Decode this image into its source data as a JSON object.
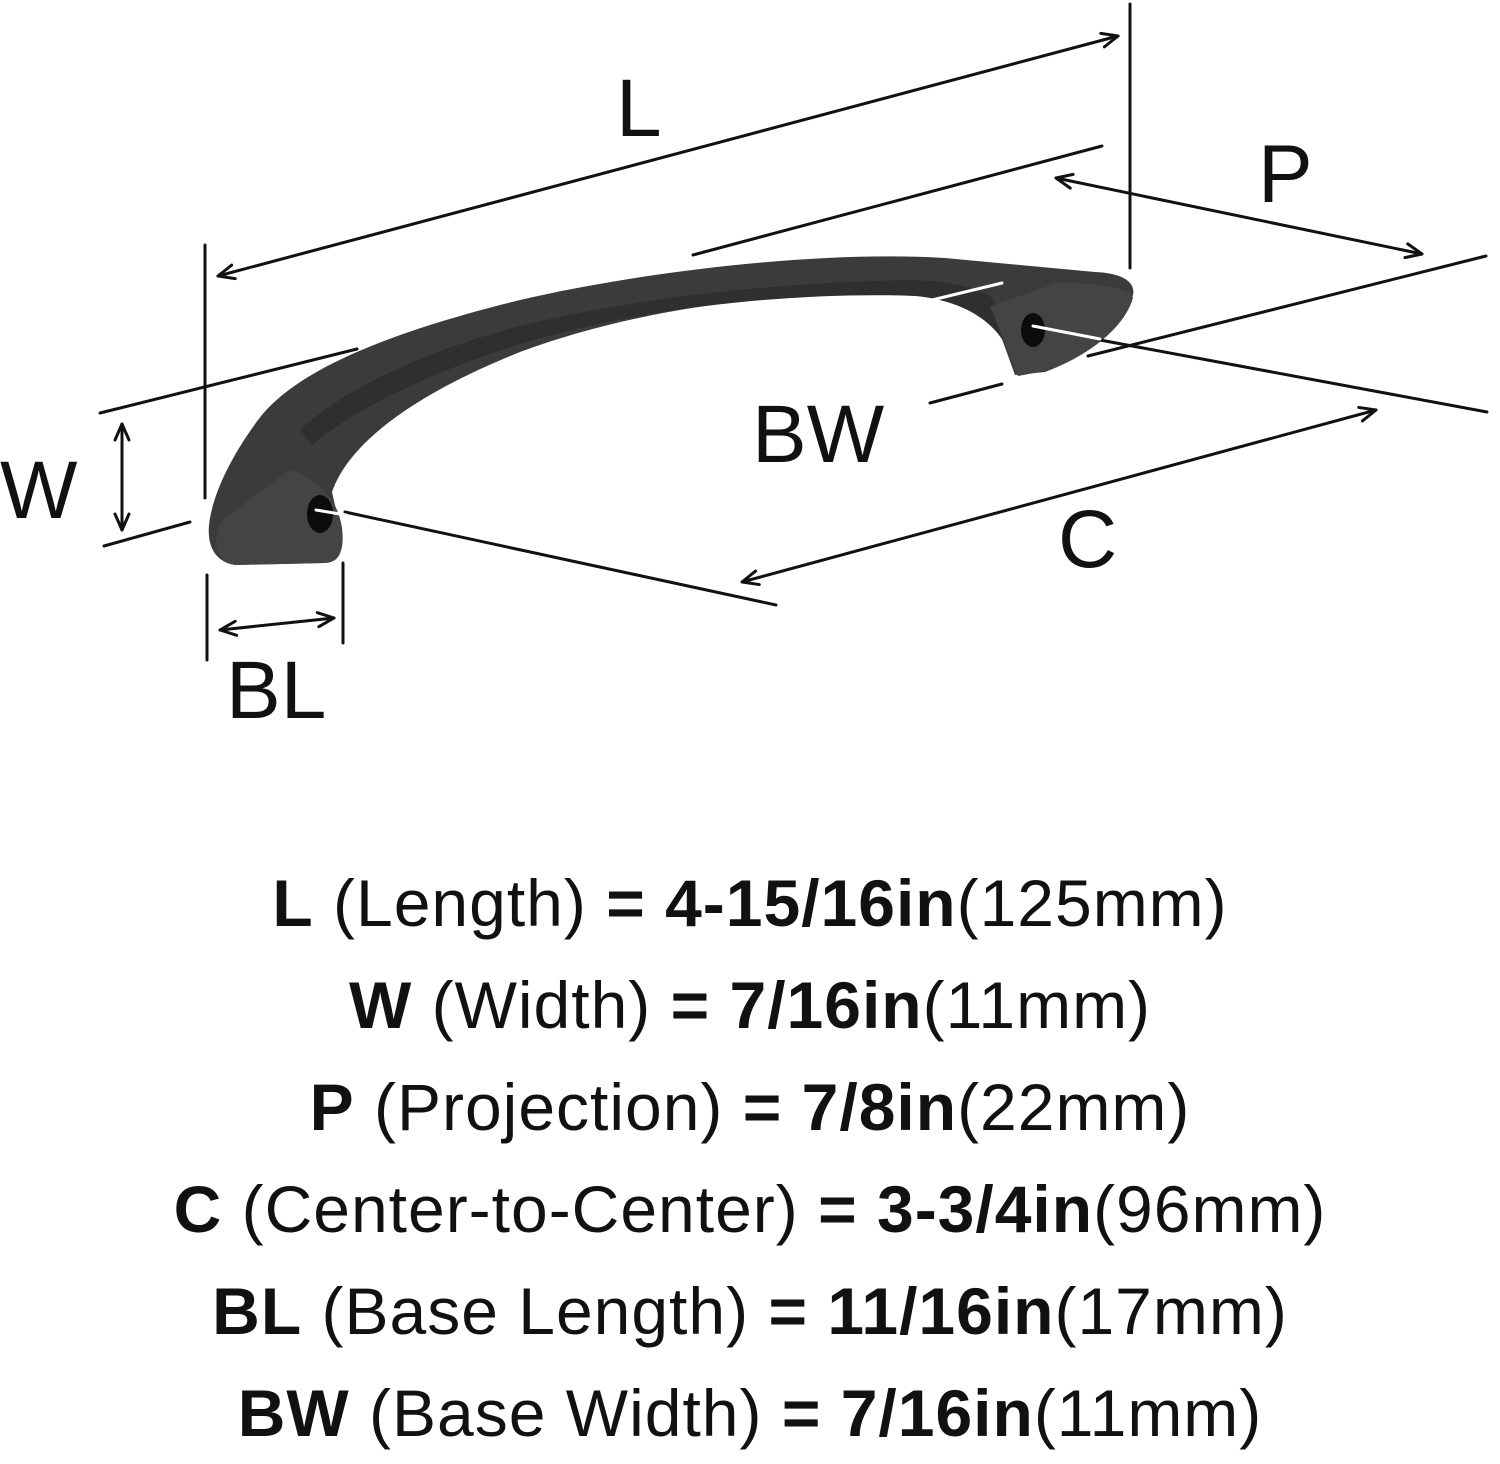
{
  "diagram": {
    "labels": {
      "L": "L",
      "P": "P",
      "W": "W",
      "BW": "BW",
      "C": "C",
      "BL": "BL"
    },
    "colors": {
      "product_fill": "#3b3b3d",
      "product_inner": "#2f2f31",
      "line": "#111111"
    }
  },
  "specs": [
    {
      "code": "L",
      "name": "(Length)",
      "imperial": "4-15/16in",
      "metric": "(125mm)"
    },
    {
      "code": "W",
      "name": "(Width)",
      "imperial": "7/16in",
      "metric": "(11mm)"
    },
    {
      "code": "P",
      "name": "(Projection)",
      "imperial": "7/8in",
      "metric": "(22mm)"
    },
    {
      "code": "C",
      "name": "(Center-to-Center)",
      "imperial": "3-3/4in",
      "metric": "(96mm)"
    },
    {
      "code": "BL",
      "name": "(Base Length)",
      "imperial": "11/16in",
      "metric": "(17mm)"
    },
    {
      "code": "BW",
      "name": "(Base Width)",
      "imperial": "7/16in",
      "metric": "(11mm)"
    }
  ]
}
